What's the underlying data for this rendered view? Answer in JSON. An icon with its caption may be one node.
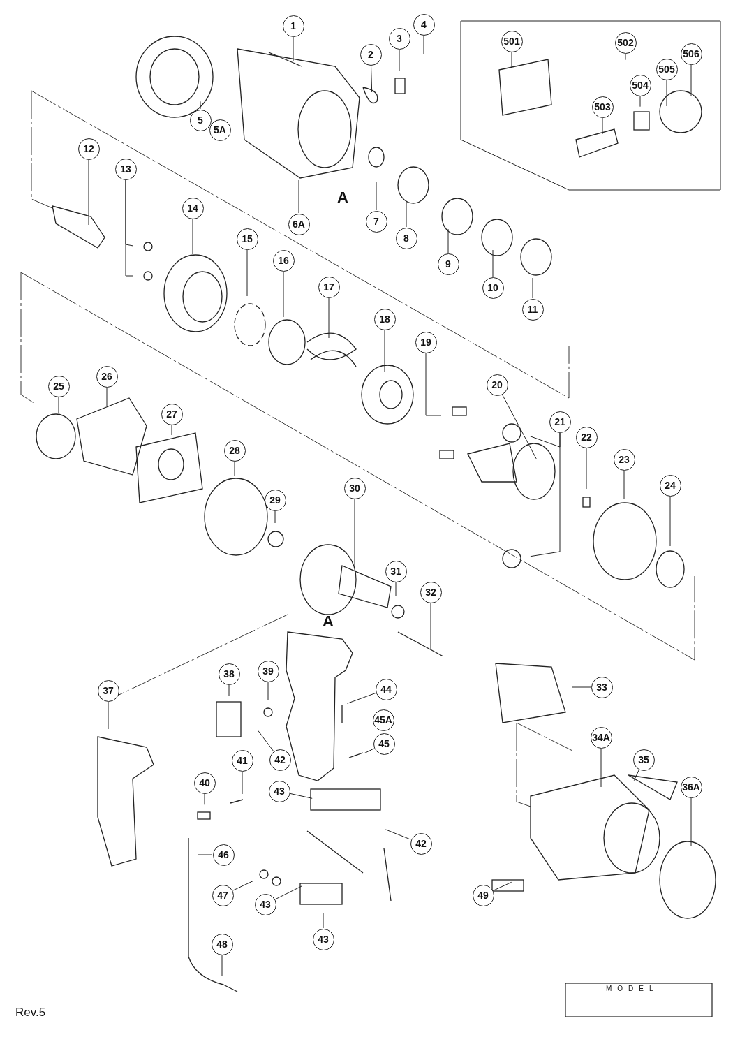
{
  "diagram": {
    "nodes": [
      {
        "text": [
          "1"
        ]
      },
      {
        "text": [
          "2"
        ]
      },
      {
        "text": [
          "3"
        ]
      },
      {
        "text": [
          "4"
        ]
      },
      {
        "text": [
          "5"
        ]
      },
      {
        "text": [
          "5A"
        ]
      },
      {
        "text": [
          "6A"
        ]
      },
      {
        "text": [
          "7"
        ]
      },
      {
        "text": [
          "8"
        ]
      },
      {
        "text": [
          "9"
        ]
      },
      {
        "text": [
          "10"
        ]
      },
      {
        "text": [
          "11"
        ]
      },
      {
        "text": [
          "12"
        ]
      },
      {
        "text": [
          "13"
        ]
      },
      {
        "text": [
          "14"
        ]
      },
      {
        "text": [
          "15"
        ]
      },
      {
        "text": [
          "16"
        ]
      },
      {
        "text": [
          "17"
        ]
      },
      {
        "text": [
          "18"
        ]
      },
      {
        "text": [
          "19"
        ]
      },
      {
        "text": [
          "20"
        ]
      },
      {
        "text": [
          "21"
        ]
      },
      {
        "text": [
          "22"
        ]
      },
      {
        "text": [
          "23"
        ]
      },
      {
        "text": [
          "24"
        ]
      },
      {
        "text": [
          "25"
        ]
      },
      {
        "text": [
          "26"
        ]
      },
      {
        "text": [
          "27"
        ]
      },
      {
        "text": [
          "28"
        ]
      },
      {
        "text": [
          "29"
        ]
      },
      {
        "text": [
          "30"
        ]
      },
      {
        "text": [
          "31"
        ]
      },
      {
        "text": [
          "32"
        ]
      },
      {
        "text": [
          "33"
        ]
      },
      {
        "text": [
          "37"
        ]
      },
      {
        "text": [
          "38"
        ]
      },
      {
        "text": [
          "39"
        ]
      },
      {
        "text": [
          "44"
        ]
      },
      {
        "text": [
          "45A"
        ]
      },
      {
        "text": [
          "45"
        ]
      },
      {
        "text": [
          "42"
        ]
      },
      {
        "text": [
          "34A"
        ]
      },
      {
        "text": [
          "35"
        ]
      },
      {
        "text": [
          "36A"
        ]
      },
      {
        "text": [
          "40"
        ]
      },
      {
        "text": [
          "41"
        ]
      },
      {
        "text": [
          "43"
        ]
      },
      {
        "text": [
          "42"
        ]
      },
      {
        "text": [
          "46"
        ]
      },
      {
        "text": [
          "47"
        ]
      },
      {
        "text": [
          "43"
        ]
      },
      {
        "text": [
          "49"
        ]
      },
      {
        "text": [
          "43"
        ]
      },
      {
        "text": [
          "48"
        ]
      },
      {
        "text": [
          "501"
        ]
      },
      {
        "text": [
          "502"
        ]
      },
      {
        "text": [
          "503"
        ]
      },
      {
        "text": [
          "504"
        ]
      },
      {
        "text": [
          "505"
        ]
      },
      {
        "text": [
          "506"
        ]
      }
    ],
    "edges": [
      {
        "from": 0,
        "to": null,
        "arrow": "none"
      },
      {
        "from": 1,
        "to": null,
        "arrow": "none"
      },
      {
        "from": 2,
        "to": null,
        "arrow": "none"
      },
      {
        "from": 3,
        "to": null,
        "arrow": "none"
      },
      {
        "from": 4,
        "to": null,
        "arrow": "none"
      },
      {
        "from": 6,
        "to": null,
        "arrow": "none"
      },
      {
        "from": 7,
        "to": null,
        "arrow": "none"
      },
      {
        "from": 8,
        "to": null,
        "arrow": "none"
      },
      {
        "from": 9,
        "to": null,
        "arrow": "none"
      },
      {
        "from": 10,
        "to": null,
        "arrow": "none"
      },
      {
        "from": 11,
        "to": null,
        "arrow": "none"
      },
      {
        "from": 12,
        "to": null,
        "arrow": "none"
      },
      {
        "from": 13,
        "to": null,
        "arrow": "none"
      },
      {
        "from": 13,
        "to": null,
        "arrow": "none"
      },
      {
        "from": 14,
        "to": null,
        "arrow": "none"
      },
      {
        "from": 15,
        "to": null,
        "arrow": "none"
      },
      {
        "from": 16,
        "to": null,
        "arrow": "none"
      },
      {
        "from": 17,
        "to": null,
        "arrow": "none"
      },
      {
        "from": 18,
        "to": null,
        "arrow": "none"
      },
      {
        "from": 19,
        "to": null,
        "arrow": "none"
      },
      {
        "from": 20,
        "to": null,
        "arrow": "none"
      },
      {
        "from": 21,
        "to": null,
        "arrow": "none"
      },
      {
        "from": 21,
        "to": null,
        "arrow": "none"
      },
      {
        "from": 22,
        "to": null,
        "arrow": "none"
      },
      {
        "from": 23,
        "to": null,
        "arrow": "none"
      },
      {
        "from": 24,
        "to": null,
        "arrow": "none"
      },
      {
        "from": 25,
        "to": null,
        "arrow": "none"
      },
      {
        "from": 26,
        "to": null,
        "arrow": "none"
      },
      {
        "from": 27,
        "to": null,
        "arrow": "none"
      },
      {
        "from": 28,
        "to": null,
        "arrow": "none"
      },
      {
        "from": 29,
        "to": null,
        "arrow": "none"
      },
      {
        "from": 30,
        "to": null,
        "arrow": "none"
      },
      {
        "from": 31,
        "to": null,
        "arrow": "none"
      },
      {
        "from": 32,
        "to": null,
        "arrow": "none"
      },
      {
        "from": 33,
        "to": null,
        "arrow": "none"
      },
      {
        "from": 34,
        "to": null,
        "arrow": "none"
      },
      {
        "from": 35,
        "to": null,
        "arrow": "none"
      },
      {
        "from": 36,
        "to": null,
        "arrow": "none"
      },
      {
        "from": 37,
        "to": null,
        "arrow": "none"
      },
      {
        "from": 39,
        "to": null,
        "arrow": "none"
      },
      {
        "from": 40,
        "to": null,
        "arrow": "none"
      },
      {
        "from": 41,
        "to": null,
        "arrow": "none"
      },
      {
        "from": 42,
        "to": null,
        "arrow": "none"
      },
      {
        "from": 43,
        "to": null,
        "arrow": "none"
      },
      {
        "from": 44,
        "to": null,
        "arrow": "none"
      },
      {
        "from": 45,
        "to": null,
        "arrow": "none"
      },
      {
        "from": 46,
        "to": null,
        "arrow": "none"
      },
      {
        "from": 47,
        "to": null,
        "arrow": "none"
      },
      {
        "from": 48,
        "to": null,
        "arrow": "none"
      },
      {
        "from": 49,
        "to": null,
        "arrow": "none"
      },
      {
        "from": 50,
        "to": null,
        "arrow": "none"
      },
      {
        "from": 51,
        "to": null,
        "arrow": "none"
      },
      {
        "from": 52,
        "to": null,
        "arrow": "none"
      },
      {
        "from": 53,
        "to": null,
        "arrow": "none"
      },
      {
        "from": 54,
        "to": null,
        "arrow": "none"
      },
      {
        "from": 55,
        "to": null,
        "arrow": "none"
      },
      {
        "from": 56,
        "to": null,
        "arrow": "none"
      },
      {
        "from": 57,
        "to": null,
        "arrow": "none"
      },
      {
        "from": 58,
        "to": null,
        "arrow": "none"
      },
      {
        "from": 59,
        "to": null,
        "arrow": "none"
      }
    ],
    "labels": [
      "A",
      "A",
      "Rev.5",
      "MODEL"
    ]
  }
}
